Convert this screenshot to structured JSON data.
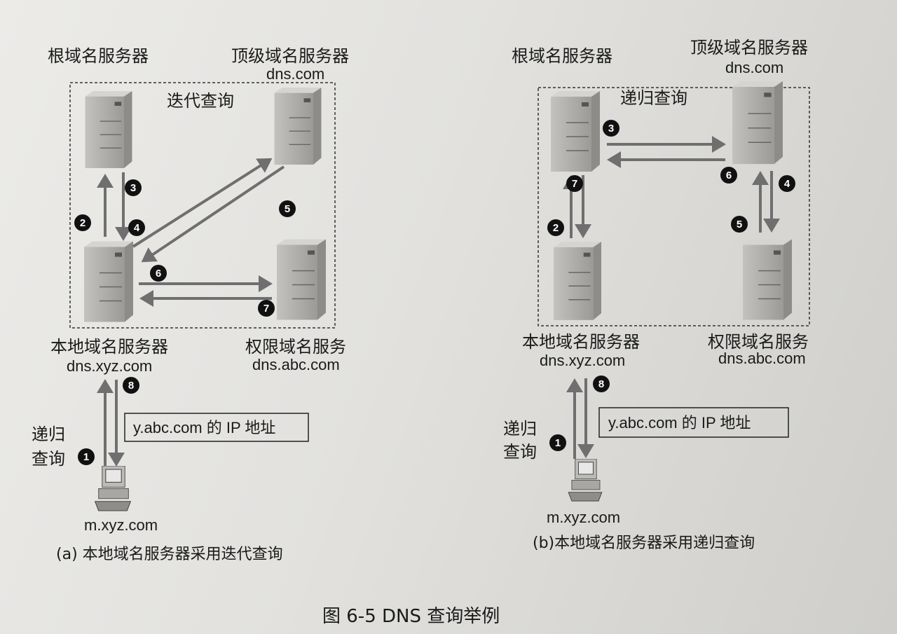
{
  "figure_title": "图 6-5   DNS 查询举例",
  "panel_a": {
    "caption": "(a) 本地域名服务器采用迭代查询",
    "mode_label": "迭代查询",
    "root_server": "根域名服务器",
    "tld_server": "顶级域名服务器",
    "tld_domain": "dns.com",
    "local_server": "本地域名服务器",
    "local_domain": "dns.xyz.com",
    "auth_server": "权限域名服务",
    "auth_domain": "dns.abc.com",
    "client": "m.xyz.com",
    "client_query_line1": "递归",
    "client_query_line2": "查询",
    "answer_box": "y.abc.com 的 IP 地址",
    "steps": [
      "1",
      "2",
      "3",
      "4",
      "5",
      "6",
      "7",
      "8"
    ]
  },
  "panel_b": {
    "caption": "(b)本地域名服务器采用递归查询",
    "mode_label": "递归查询",
    "root_server": "根域名服务器",
    "tld_server": "顶级域名服务器",
    "tld_domain": "dns.com",
    "local_server": "本地域名服务器",
    "local_domain": "dns.xyz.com",
    "auth_server": "权限域名服务",
    "auth_domain": "dns.abc.com",
    "client": "m.xyz.com",
    "client_query_line1": "递归",
    "client_query_line2": "查询",
    "answer_box": "y.abc.com 的 IP 地址",
    "steps": [
      "1",
      "2",
      "3",
      "4",
      "5",
      "6",
      "7",
      "8"
    ]
  },
  "colors": {
    "arrow": "#6f6f6f",
    "server": "#a9a7a4",
    "step_circle": "#111111"
  }
}
